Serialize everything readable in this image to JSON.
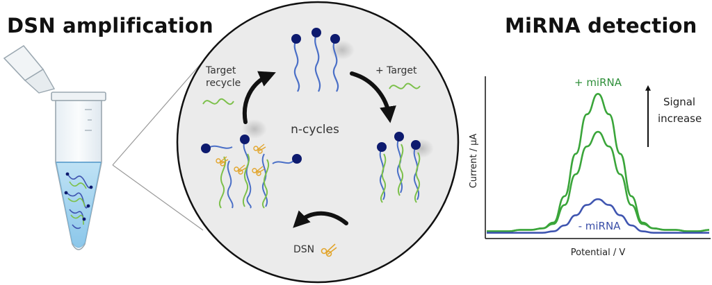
{
  "headings": {
    "left": "DSN amplification",
    "right": "MiRNA detection"
  },
  "cycle": {
    "center_label": "n-cycles",
    "target_recycle_line1": "Target",
    "target_recycle_line2": "recycle",
    "plus_target": "+ Target",
    "dsn_label": "DSN"
  },
  "icons": [
    "microtube-icon",
    "scissors-icon",
    "dna-probe-icon",
    "target-strand-icon",
    "cycle-arrow-icon"
  ],
  "colors": {
    "probe_blue": "#4a6fc7",
    "bead_navy": "#0d1a6e",
    "target_green": "#7cc04a",
    "curve_green": "#3aa53a",
    "curve_blue": "#3f55b0",
    "label_green": "#2f8f3a",
    "label_blue": "#3b4fa8",
    "scissors": "#e2a52c"
  },
  "chart_data": {
    "type": "line",
    "xlabel": "Potential / V",
    "ylabel": "Current / µA",
    "annotations": [
      "+ miRNA",
      "- miRNA",
      "Signal",
      "increase"
    ],
    "x": [
      0,
      0.05,
      0.1,
      0.15,
      0.2,
      0.25,
      0.3,
      0.35,
      0.4,
      0.45,
      0.5,
      0.55,
      0.6,
      0.65,
      0.7,
      0.75,
      0.8,
      0.85,
      0.9,
      0.95,
      1
    ],
    "series": [
      {
        "values": [
          0.04,
          0.04,
          0.04,
          0.05,
          0.05,
          0.06,
          0.1,
          0.28,
          0.57,
          0.84,
          0.98,
          0.84,
          0.57,
          0.28,
          0.1,
          0.06,
          0.05,
          0.05,
          0.04,
          0.04,
          0.05
        ],
        "color": "#3aa53a"
      },
      {
        "values": [
          0.04,
          0.04,
          0.04,
          0.05,
          0.05,
          0.06,
          0.09,
          0.22,
          0.43,
          0.62,
          0.72,
          0.62,
          0.43,
          0.22,
          0.09,
          0.06,
          0.05,
          0.05,
          0.04,
          0.04,
          0.05
        ],
        "color": "#3aa53a"
      },
      {
        "values": [
          0.03,
          0.03,
          0.03,
          0.03,
          0.03,
          0.03,
          0.04,
          0.08,
          0.15,
          0.22,
          0.26,
          0.22,
          0.15,
          0.08,
          0.04,
          0.03,
          0.03,
          0.03,
          0.03,
          0.03,
          0.03
        ],
        "color": "#3f55b0"
      }
    ],
    "ylim": [
      0,
      1.1
    ],
    "xlim": [
      0,
      1
    ],
    "grid": false
  }
}
